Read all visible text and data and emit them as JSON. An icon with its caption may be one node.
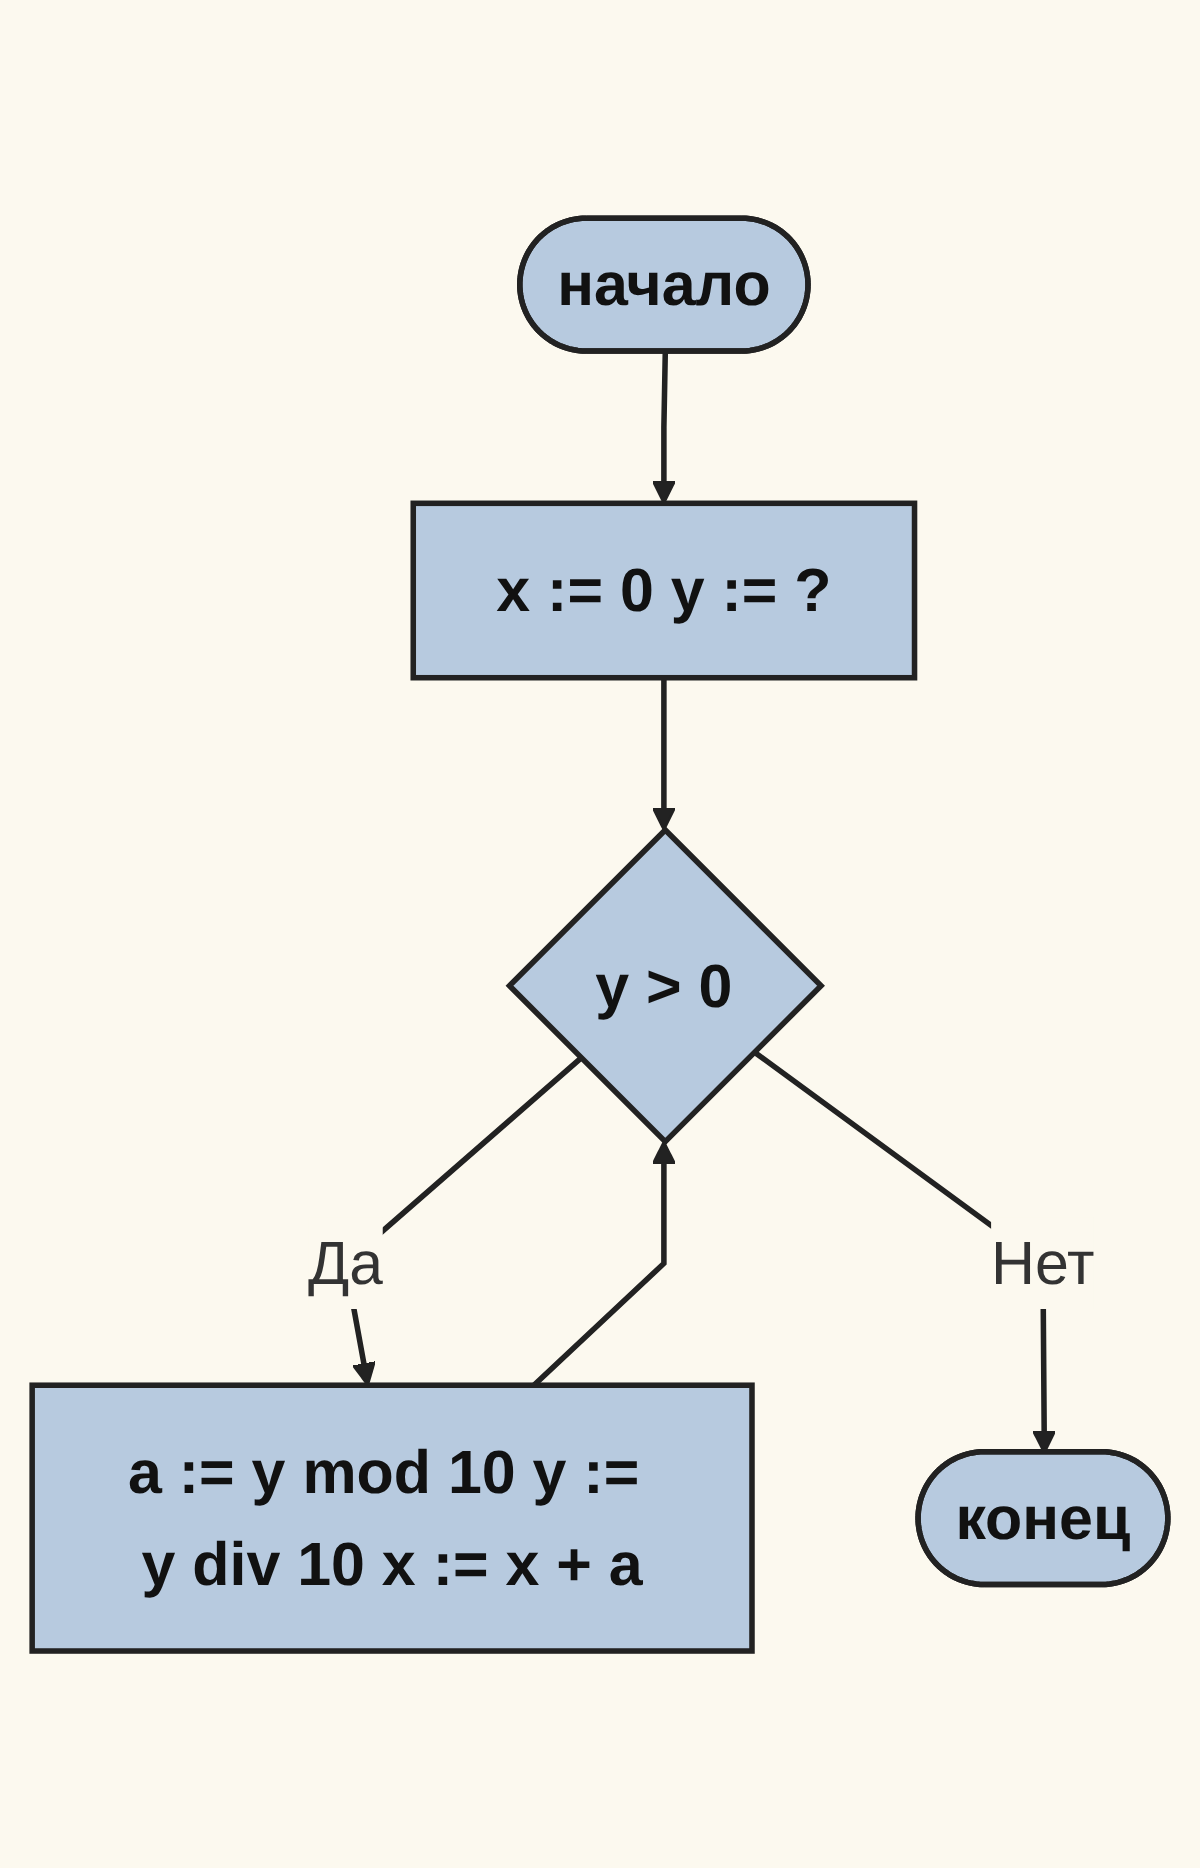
{
  "diagram": {
    "nodes": [
      {
        "text": [
          "начало"
        ]
      },
      {
        "text": [
          "x := 0 y := ?"
        ]
      },
      {
        "text": [
          "y > 0"
        ]
      },
      {
        "text": [
          "a := y mod 10 y := y div 10 x := x + a"
        ]
      },
      {
        "text": [
          "конец"
        ]
      }
    ],
    "edges": [
      {
        "from": 0,
        "to": 1,
        "arrow": "to"
      },
      {
        "from": 1,
        "to": 2,
        "arrow": "to"
      },
      {
        "from": 2,
        "to": 3,
        "arrow": "to",
        "label": "Да"
      },
      {
        "from": 3,
        "to": 2,
        "arrow": "to"
      },
      {
        "from": 2,
        "to": 4,
        "arrow": "to",
        "label": "Нет"
      }
    ]
  }
}
